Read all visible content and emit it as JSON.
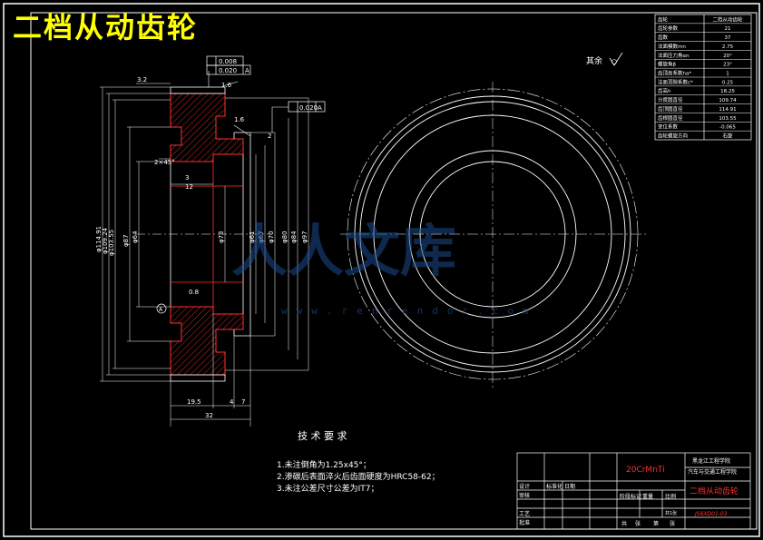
{
  "title": "二档从动齿轮",
  "surface_note": "其余",
  "tolerances": {
    "runout_1": "0.008",
    "runout_2": "0.020",
    "datum_ref_a": "A",
    "runout_3": "0.020",
    "datum_ref_b": "A"
  },
  "section_dims": {
    "rough_1": "3.2",
    "rough_2": "1.6",
    "rough_3": "1.6",
    "rough_4": "0.8",
    "d2": "2",
    "chamfer": "2×45°",
    "d3": "3",
    "d12": "12",
    "d19_5": "19.5",
    "d4": "4",
    "d7": "7",
    "d32": "32",
    "phi114": "φ114.91",
    "phi109": "φ109.24",
    "phi103": "φ103.55",
    "phi87": "φ87",
    "phi64": "φ64",
    "phi73": "φ73",
    "phi61": "φ61",
    "phi67": "φ67",
    "phi70": "φ70",
    "phi80": "φ80",
    "phi84": "φ84",
    "phi97": "φ97",
    "datum_a": "A"
  },
  "param_table": {
    "header": [
      "齿轮",
      "二档从动齿轮"
    ],
    "rows": [
      [
        "齿轮参数",
        "21"
      ],
      [
        "齿数",
        "37"
      ],
      [
        "法面模数mn",
        "2.75"
      ],
      [
        "法面压力角αn",
        "20°"
      ],
      [
        "螺旋角β",
        "23°"
      ],
      [
        "齿顶高系数ha*",
        "1"
      ],
      [
        "法面顶隙系数c*",
        "0.25"
      ],
      [
        "齿高h",
        "18.25"
      ],
      [
        "分度圆直径",
        "109.74"
      ],
      [
        "齿顶圆直径",
        "114.91"
      ],
      [
        "齿根圆直径",
        "103.55"
      ],
      [
        "变位系数",
        "-0.065"
      ],
      [
        "齿轮螺旋方向",
        "右旋"
      ]
    ]
  },
  "tech_req": {
    "heading": "技 术 要 求",
    "items": [
      "1.未注倒角为1.25x45°；",
      "2.渗碳后表面淬火后齿面硬度为HRC58-62；",
      "3.未注公差尺寸公差为IT7；"
    ]
  },
  "title_block": {
    "material": "20CrMnTi",
    "school_1": "黑龙江工程学院",
    "school_2": "汽车与交通工程学院",
    "part_name": "二档从动齿轮",
    "drawing_no": "JS6XD01-03",
    "cell_stage": "阶段标记",
    "cell_weight": "重量",
    "cell_scale": "比例",
    "cell_sheet": "共1张",
    "cell_design": "设计",
    "cell_check": "审核",
    "cell_approve": "批准",
    "cell_craft": "工艺",
    "cell_std": "标准化",
    "cell_date": "日期",
    "sig_1": "共",
    "sig_2": "张",
    "sig_3": "第",
    "sig_4": "张"
  },
  "watermark": {
    "text": "人人文库",
    "url": "www.renrendoc.com"
  }
}
